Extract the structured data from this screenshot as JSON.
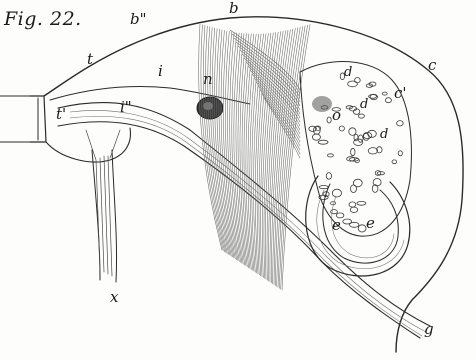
{
  "figure": {
    "title": "Fig. 22."
  },
  "labels": {
    "b": "b",
    "b2": "b\"",
    "c": "c",
    "c1": "c'",
    "t": "t",
    "t1": "t'",
    "i": "i",
    "i2": "i\"",
    "n": "n",
    "d1": "d",
    "d2": "d",
    "d3": "d",
    "o": "o",
    "e1": "e",
    "e2": "e",
    "x": "x",
    "g": "g"
  },
  "colors": {
    "ink": "#2a2a2a",
    "paper": "#fdfdfc"
  }
}
